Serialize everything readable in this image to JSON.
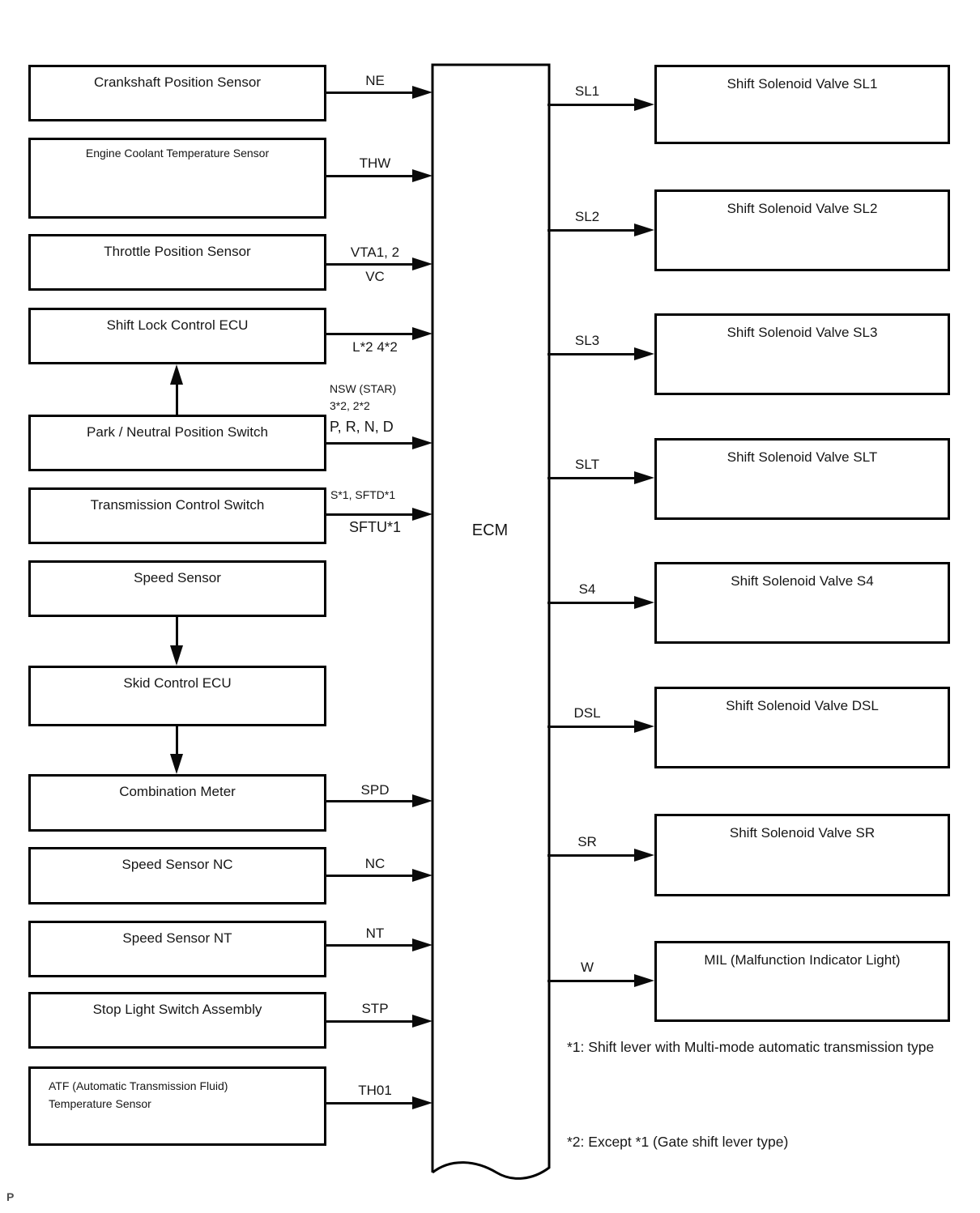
{
  "diagram": {
    "ecm_label": "ECM",
    "page_marker": "P",
    "left_boxes": [
      {
        "label": "Crankshaft Position Sensor"
      },
      {
        "label": "Engine Coolant Temperature Sensor"
      },
      {
        "label": "Throttle Position Sensor"
      },
      {
        "label": "Shift Lock Control ECU"
      },
      {
        "label": "Park / Neutral Position Switch"
      },
      {
        "label": "Transmission Control Switch"
      },
      {
        "label": "Speed Sensor"
      },
      {
        "label": "Skid Control ECU"
      },
      {
        "label": "Combination Meter"
      },
      {
        "label": "Speed Sensor NC"
      },
      {
        "label": "Speed Sensor NT"
      },
      {
        "label": "Stop Light Switch Assembly"
      },
      {
        "label_line1": "ATF (Automatic Transmission Fluid)",
        "label_line2": "Temperature Sensor"
      }
    ],
    "right_boxes": [
      {
        "label": "Shift Solenoid Valve SL1"
      },
      {
        "label": "Shift Solenoid Valve SL2"
      },
      {
        "label": "Shift Solenoid Valve SL3"
      },
      {
        "label": "Shift Solenoid Valve SLT"
      },
      {
        "label": "Shift Solenoid Valve S4"
      },
      {
        "label": "Shift Solenoid Valve DSL"
      },
      {
        "label": "Shift Solenoid Valve SR"
      },
      {
        "label": "MIL (Malfunction Indicator Light)"
      }
    ],
    "input_signals": {
      "ne": "NE",
      "thw": "THW",
      "vta": "VTA1, 2",
      "vc": "VC",
      "l2_42": "L*2 4*2",
      "nsw": "NSW (STAR)",
      "three2_22": "3*2, 2*2",
      "prnd": "P, R, N, D",
      "s1_sftd1": "S*1, SFTD*1",
      "sftu1": "SFTU*1",
      "spd": "SPD",
      "nc": "NC",
      "nt": "NT",
      "stp": "STP",
      "th01": "TH01"
    },
    "output_signals": {
      "sl1": "SL1",
      "sl2": "SL2",
      "sl3": "SL3",
      "slt": "SLT",
      "s4": "S4",
      "dsl": "DSL",
      "sr": "SR",
      "w": "W"
    },
    "footnotes": [
      "*1: Shift lever with Multi-mode automatic transmission type",
      "*2: Except *1 (Gate shift lever type)"
    ]
  }
}
